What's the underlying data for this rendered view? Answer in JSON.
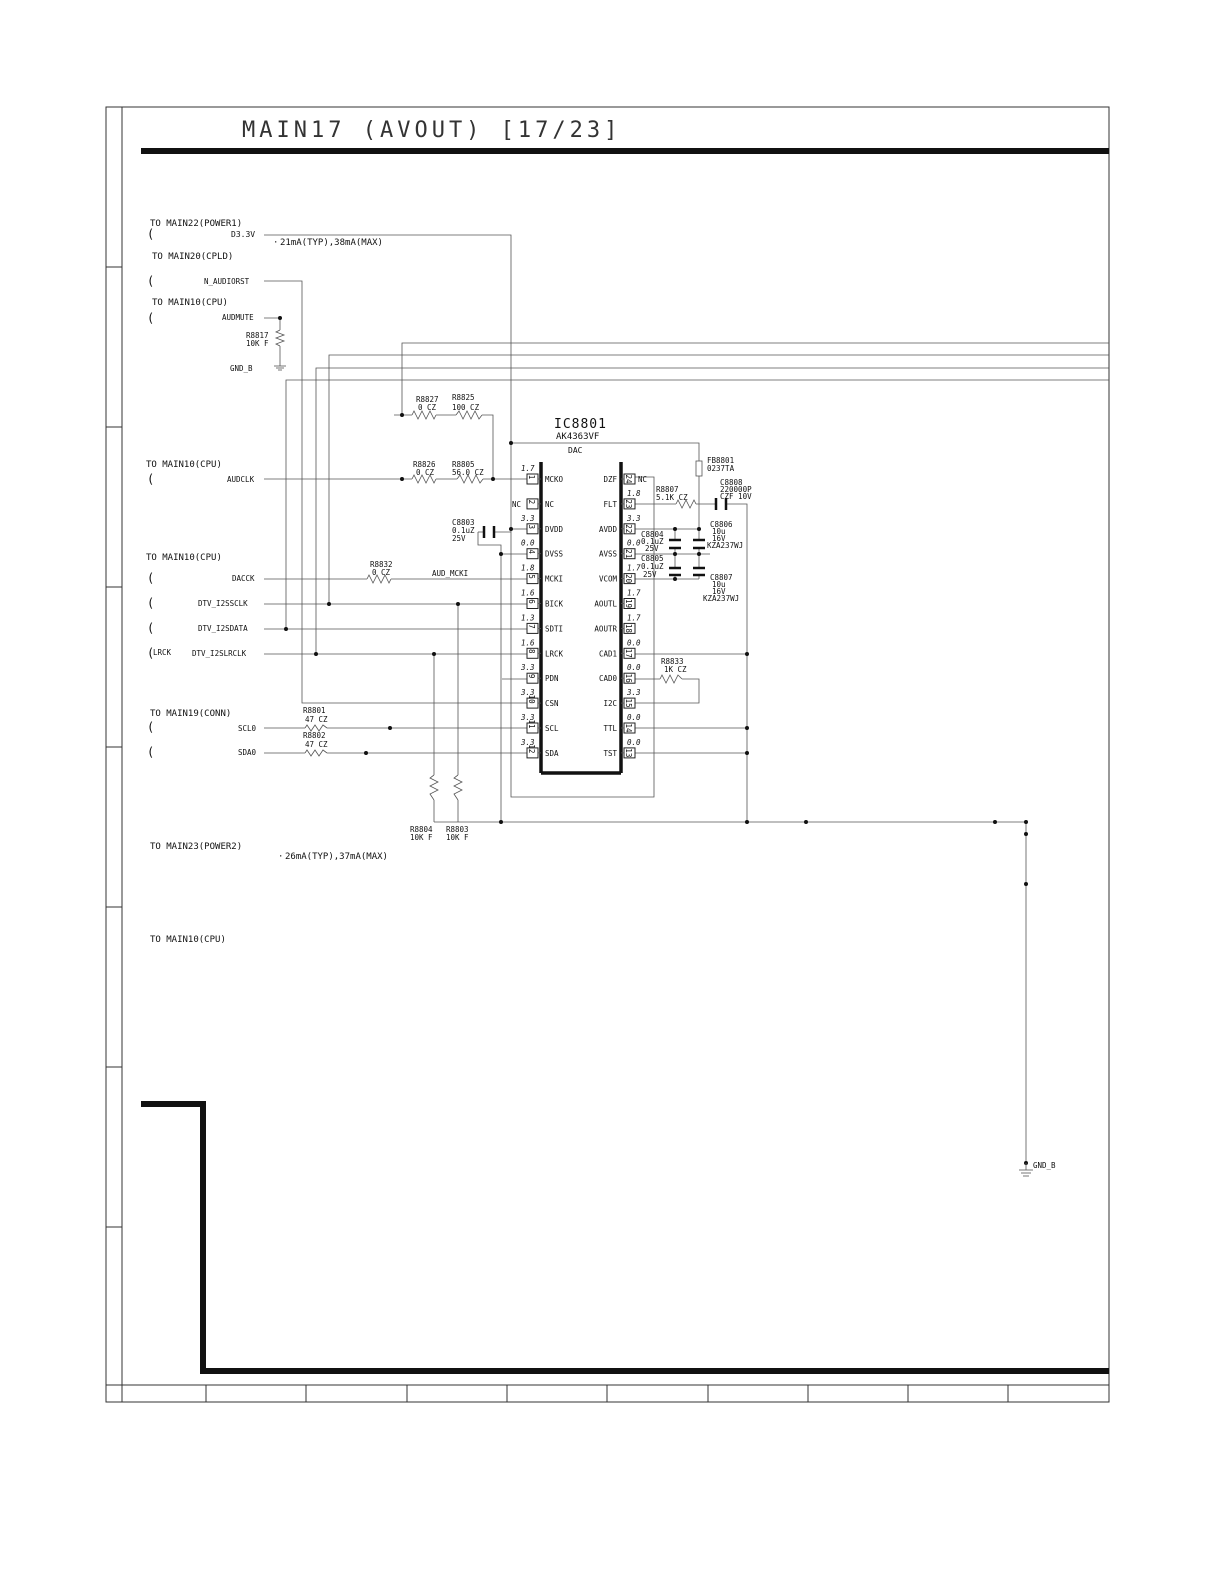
{
  "title": "MAIN17 (AVOUT) [17/23]",
  "ic": {
    "ref": "IC8801",
    "part": "AK4363VF",
    "function": "DAC",
    "left_pins": [
      {
        "num": "1",
        "name": "MCKO",
        "volt": "1.7"
      },
      {
        "num": "2",
        "name": "NC",
        "volt": "",
        "ext": "NC"
      },
      {
        "num": "3",
        "name": "DVDD",
        "volt": "3.3"
      },
      {
        "num": "4",
        "name": "DVSS",
        "volt": "0.0"
      },
      {
        "num": "5",
        "name": "MCKI",
        "volt": "1.8"
      },
      {
        "num": "6",
        "name": "BICK",
        "volt": "1.6"
      },
      {
        "num": "7",
        "name": "SDTI",
        "volt": "1.3"
      },
      {
        "num": "8",
        "name": "LRCK",
        "volt": "1.6"
      },
      {
        "num": "9",
        "name": "PDN",
        "volt": "3.3"
      },
      {
        "num": "10",
        "name": "CSN",
        "volt": "3.3"
      },
      {
        "num": "11",
        "name": "SCL",
        "volt": "3.3"
      },
      {
        "num": "12",
        "name": "SDA",
        "volt": "3.3"
      }
    ],
    "right_pins": [
      {
        "num": "24",
        "name": "DZF",
        "volt": "",
        "ext": "NC"
      },
      {
        "num": "23",
        "name": "FLT",
        "volt": "1.8"
      },
      {
        "num": "22",
        "name": "AVDD",
        "volt": "3.3"
      },
      {
        "num": "21",
        "name": "AVSS",
        "volt": "0.0"
      },
      {
        "num": "20",
        "name": "VCOM",
        "volt": "1.7"
      },
      {
        "num": "19",
        "name": "AOUTL",
        "volt": "1.7"
      },
      {
        "num": "18",
        "name": "AOUTR",
        "volt": "1.7"
      },
      {
        "num": "17",
        "name": "CAD1",
        "volt": "0.0"
      },
      {
        "num": "16",
        "name": "CAD0",
        "volt": "0.0"
      },
      {
        "num": "15",
        "name": "I2C",
        "volt": "3.3"
      },
      {
        "num": "14",
        "name": "TTL",
        "volt": "0.0"
      },
      {
        "num": "13",
        "name": "TST",
        "volt": "0.0"
      }
    ]
  },
  "connectors": {
    "power1": "TO MAIN22(POWER1)",
    "cpld": "TO MAIN20(CPLD)",
    "cpu_a": "TO MAIN10(CPU)",
    "cpu_b": "TO MAIN10(CPU)",
    "cpu_c": "TO MAIN10(CPU)",
    "conn": "TO MAIN19(CONN)",
    "power2": "TO MAIN23(POWER2)",
    "cpu_d": "TO MAIN10(CPU)"
  },
  "nets": {
    "d33v": "D3.3V",
    "d33v_current": "21mA(TYP),38mA(MAX)",
    "n_audiorst": "N_AUDIORST",
    "audmute": "AUDMUTE",
    "gnd_b": "GND_B",
    "audclk": "AUDCLK",
    "dacck": "DACCK",
    "i2s_sclk": "DTV_I2SSCLK",
    "i2s_data": "DTV_I2SDATA",
    "lrck_tag": "LRCK",
    "i2s_lrclk": "DTV_I2SLRCLK",
    "scl0": "SCL0",
    "sda0": "SDA0",
    "aud_mcki": "AUD_MCKI",
    "power2_current": "26mA(TYP),37mA(MAX)",
    "gnd_b_right": "GND_B"
  },
  "components": {
    "r8817": {
      "ref": "R8817",
      "val": "10K F"
    },
    "r8827": {
      "ref": "R8827",
      "val": "0 CZ"
    },
    "r8825": {
      "ref": "R8825",
      "val": "100 CZ"
    },
    "r8826": {
      "ref": "R8826",
      "val": "0 CZ"
    },
    "r8805": {
      "ref": "R8805",
      "val": "56.0 CZ"
    },
    "c8803": {
      "ref": "C8803",
      "val": "0.1uZ",
      "volt": "25V"
    },
    "r8832": {
      "ref": "R8832",
      "val": "0 CZ"
    },
    "r8801": {
      "ref": "R8801",
      "val": "47 CZ"
    },
    "r8802": {
      "ref": "R8802",
      "val": "47 CZ"
    },
    "r8804": {
      "ref": "R8804",
      "val": "10K F"
    },
    "r8803": {
      "ref": "R8803",
      "val": "10K F"
    },
    "fb8801": {
      "ref": "FB8801",
      "val": "0237TA"
    },
    "r8807": {
      "ref": "R8807",
      "val": "5.1K CZ"
    },
    "c8808": {
      "ref": "C8808",
      "val": "220000P",
      "val2": "CZF 10V"
    },
    "c8806": {
      "ref": "C8806",
      "val": "10u",
      "volt": "16V",
      "part": "KZA237WJ"
    },
    "c8804": {
      "ref": "C8804",
      "val": "0.1uZ",
      "volt": "25V"
    },
    "c8805": {
      "ref": "C8805",
      "val": "0.1uZ",
      "volt": "25V"
    },
    "c8807": {
      "ref": "C8807",
      "val": "10u",
      "volt": "16V",
      "part": "KZA237WJ"
    },
    "r8833": {
      "ref": "R8833",
      "val": "1K CZ"
    }
  }
}
